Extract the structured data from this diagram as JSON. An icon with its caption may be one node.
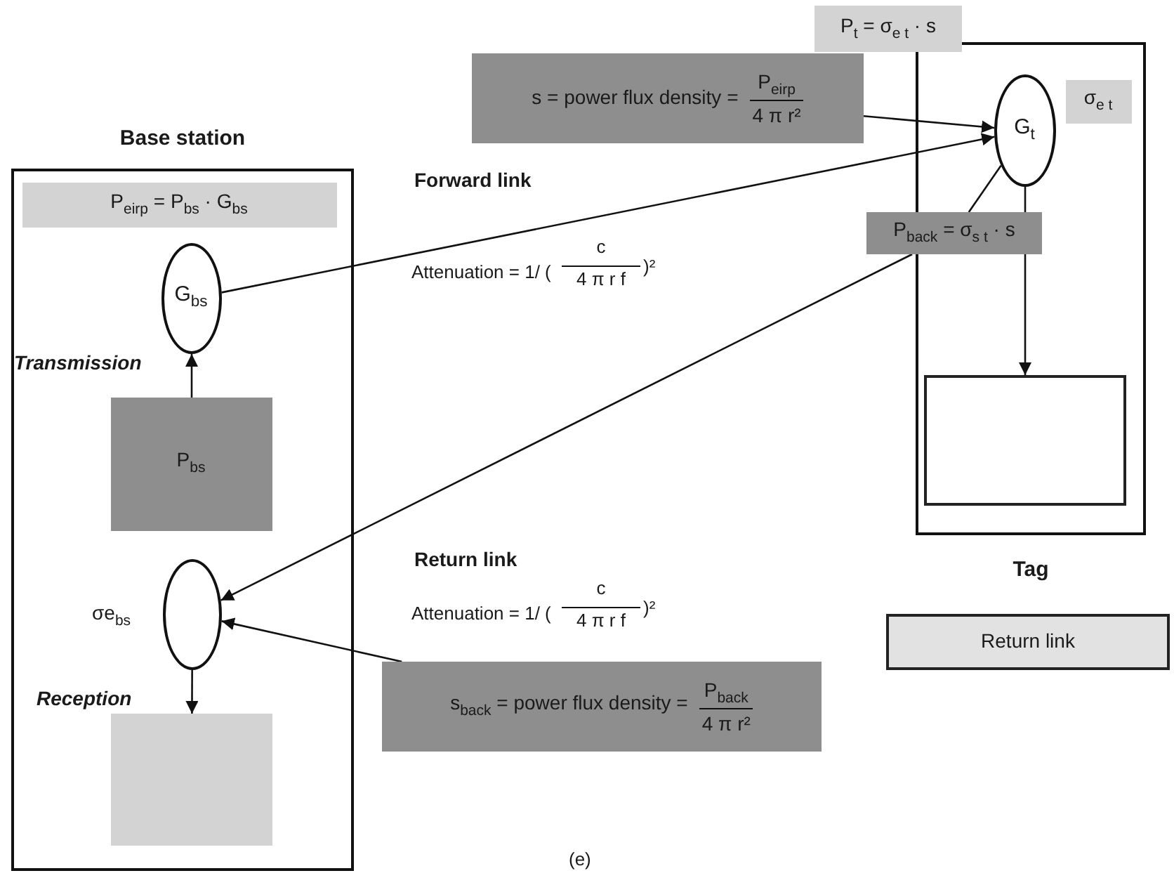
{
  "diagram": {
    "caption": "(e)",
    "nodes": [
      {
        "text": [
          "Base station"
        ]
      },
      {
        "text": [
          "P$_{eirp}$ = P$_{bs}$ · G$_{bs}$"
        ],
        "in": 0
      },
      {
        "text": [
          "G$_{bs}$"
        ],
        "in": 0
      },
      {
        "text": [
          "P$_{bs}$"
        ],
        "in": 0
      },
      {
        "text": [],
        "shape": "ellipse",
        "in": 0,
        "beside": [
          "σe$_{bs}$"
        ]
      },
      {
        "text": [],
        "shape": "box",
        "in": 0
      },
      {
        "text": [
          "Tag"
        ]
      },
      {
        "text": [
          "P$_{t}$ = σ$_{e t}$ · s"
        ]
      },
      {
        "text": [
          "s = power flux density =",
          "P$_{eirp}$",
          "4 π r²"
        ]
      },
      {
        "text": [
          "G$_{t}$"
        ],
        "in": 6
      },
      {
        "text": [
          "σ$_{e t}$"
        ],
        "in": 6
      },
      {
        "text": [
          "P$_{back}$ = σ$_{s t}$ · s"
        ]
      },
      {
        "text": [],
        "shape": "box",
        "in": 6
      },
      {
        "text": [
          "Return link"
        ]
      },
      {
        "text": [
          "s$_{back}$ =  power flux density =",
          "P$_{back}$",
          "4 π r²"
        ]
      }
    ],
    "edges": [
      {
        "from": 3,
        "to": 2,
        "arrow": "to"
      },
      {
        "from": 4,
        "to": 5,
        "arrow": "to"
      },
      {
        "from": 8,
        "to": 9,
        "arrow": "to"
      },
      {
        "from": 2,
        "to": 9,
        "arrow": "to"
      },
      {
        "from": 9,
        "to": 11,
        "arrow": "none"
      },
      {
        "from": 11,
        "to": 4,
        "arrow": "to"
      },
      {
        "from": 9,
        "to": 11,
        "arrow": "none"
      },
      {
        "from": 11,
        "to": 12,
        "arrow": "to"
      },
      {
        "from": 14,
        "to": 4,
        "arrow": "to"
      }
    ],
    "labels": [
      "Forward link",
      "Attenuation = 1/ (",
      "c",
      "4 π r f",
      ")²",
      "Transmission",
      "Return link",
      "Attenuation = 1/ (",
      "c",
      "4 π r f",
      ")²",
      "Reception"
    ]
  }
}
